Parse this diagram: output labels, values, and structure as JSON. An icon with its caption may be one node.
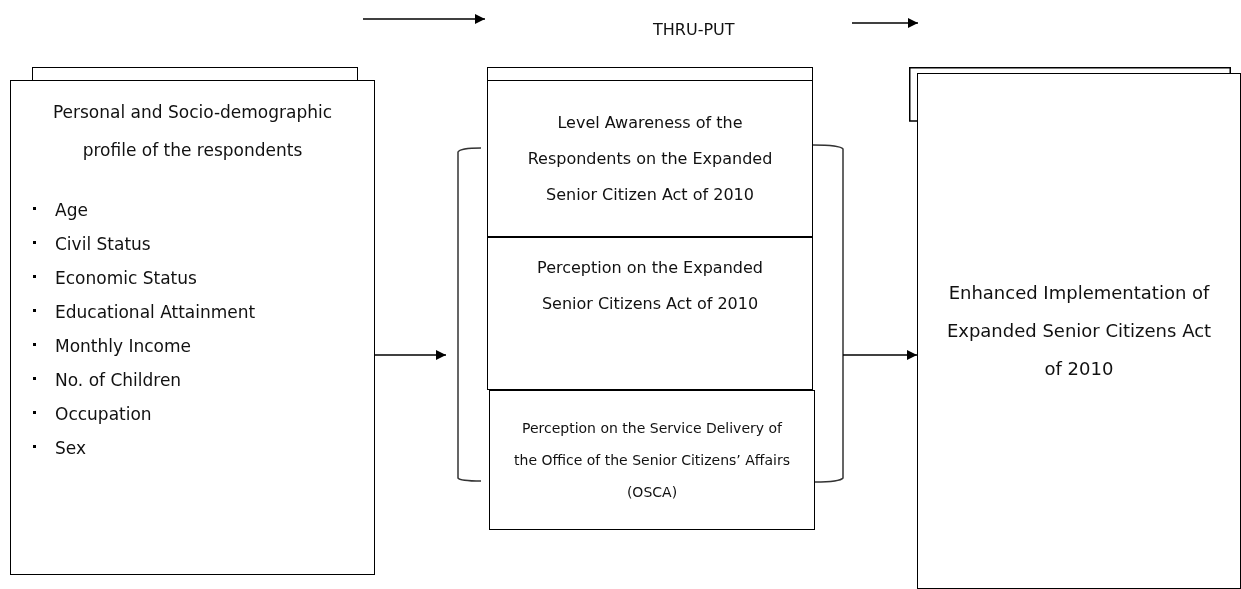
{
  "diagram": {
    "nodes": [
      {
        "text": [
          "Personal and Socio-demographic profile of the respondents",
          "Age",
          "Civil Status",
          "Economic Status",
          "Educational Attainment",
          "Monthly Income",
          "No. of Children",
          "Occupation",
          "Sex"
        ]
      },
      {
        "text": [
          "Level Awareness of the Respondents on the Expanded Senior Citizen Act of 2010"
        ]
      },
      {
        "text": [
          "Perception on the Expanded Senior Citizens Act of 2010"
        ]
      },
      {
        "text": [
          "Perception on the Service Delivery of the Office of the Senior Citizens’ Affairs (OSCA)"
        ]
      },
      {
        "text": [
          "Enhanced Implementation of Expanded Senior Citizens Act of 2010"
        ]
      },
      {
        "text": [],
        "shape": "box"
      },
      {
        "text": [],
        "shape": "box"
      },
      {
        "text": [],
        "shape": "box"
      }
    ],
    "edges": [
      {
        "from": 0,
        "to": 2,
        "arrow": "to"
      },
      {
        "from": 2,
        "to": 4,
        "arrow": "to"
      }
    ],
    "labels": [
      "THRU-PUT"
    ]
  }
}
